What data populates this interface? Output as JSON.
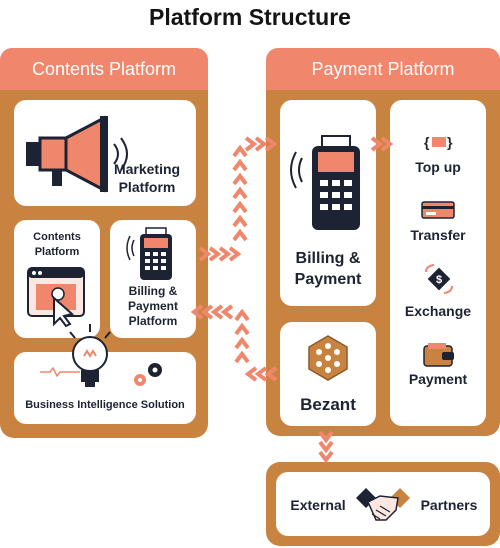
{
  "title": "Platform Structure",
  "left_panel": {
    "header": "Contents Platform",
    "marketing_label": "Marketing Platform",
    "contents_label": "Contents Platform",
    "billing_label": "Billing & Payment Platform",
    "bi_label": "Business Intelligence Solution"
  },
  "right_panel": {
    "header": "Payment Platform",
    "billing_label": "Billing & Payment",
    "bezant_label": "Bezant",
    "services": [
      "Top up",
      "Transfer",
      "Exchange",
      "Payment"
    ]
  },
  "external": {
    "left_label": "External",
    "right_label": "Partners"
  },
  "colors": {
    "panel_brown": "#c98340",
    "header_coral": "#f0876c",
    "navy": "#1d2333",
    "arrow_coral": "#f0876c"
  }
}
